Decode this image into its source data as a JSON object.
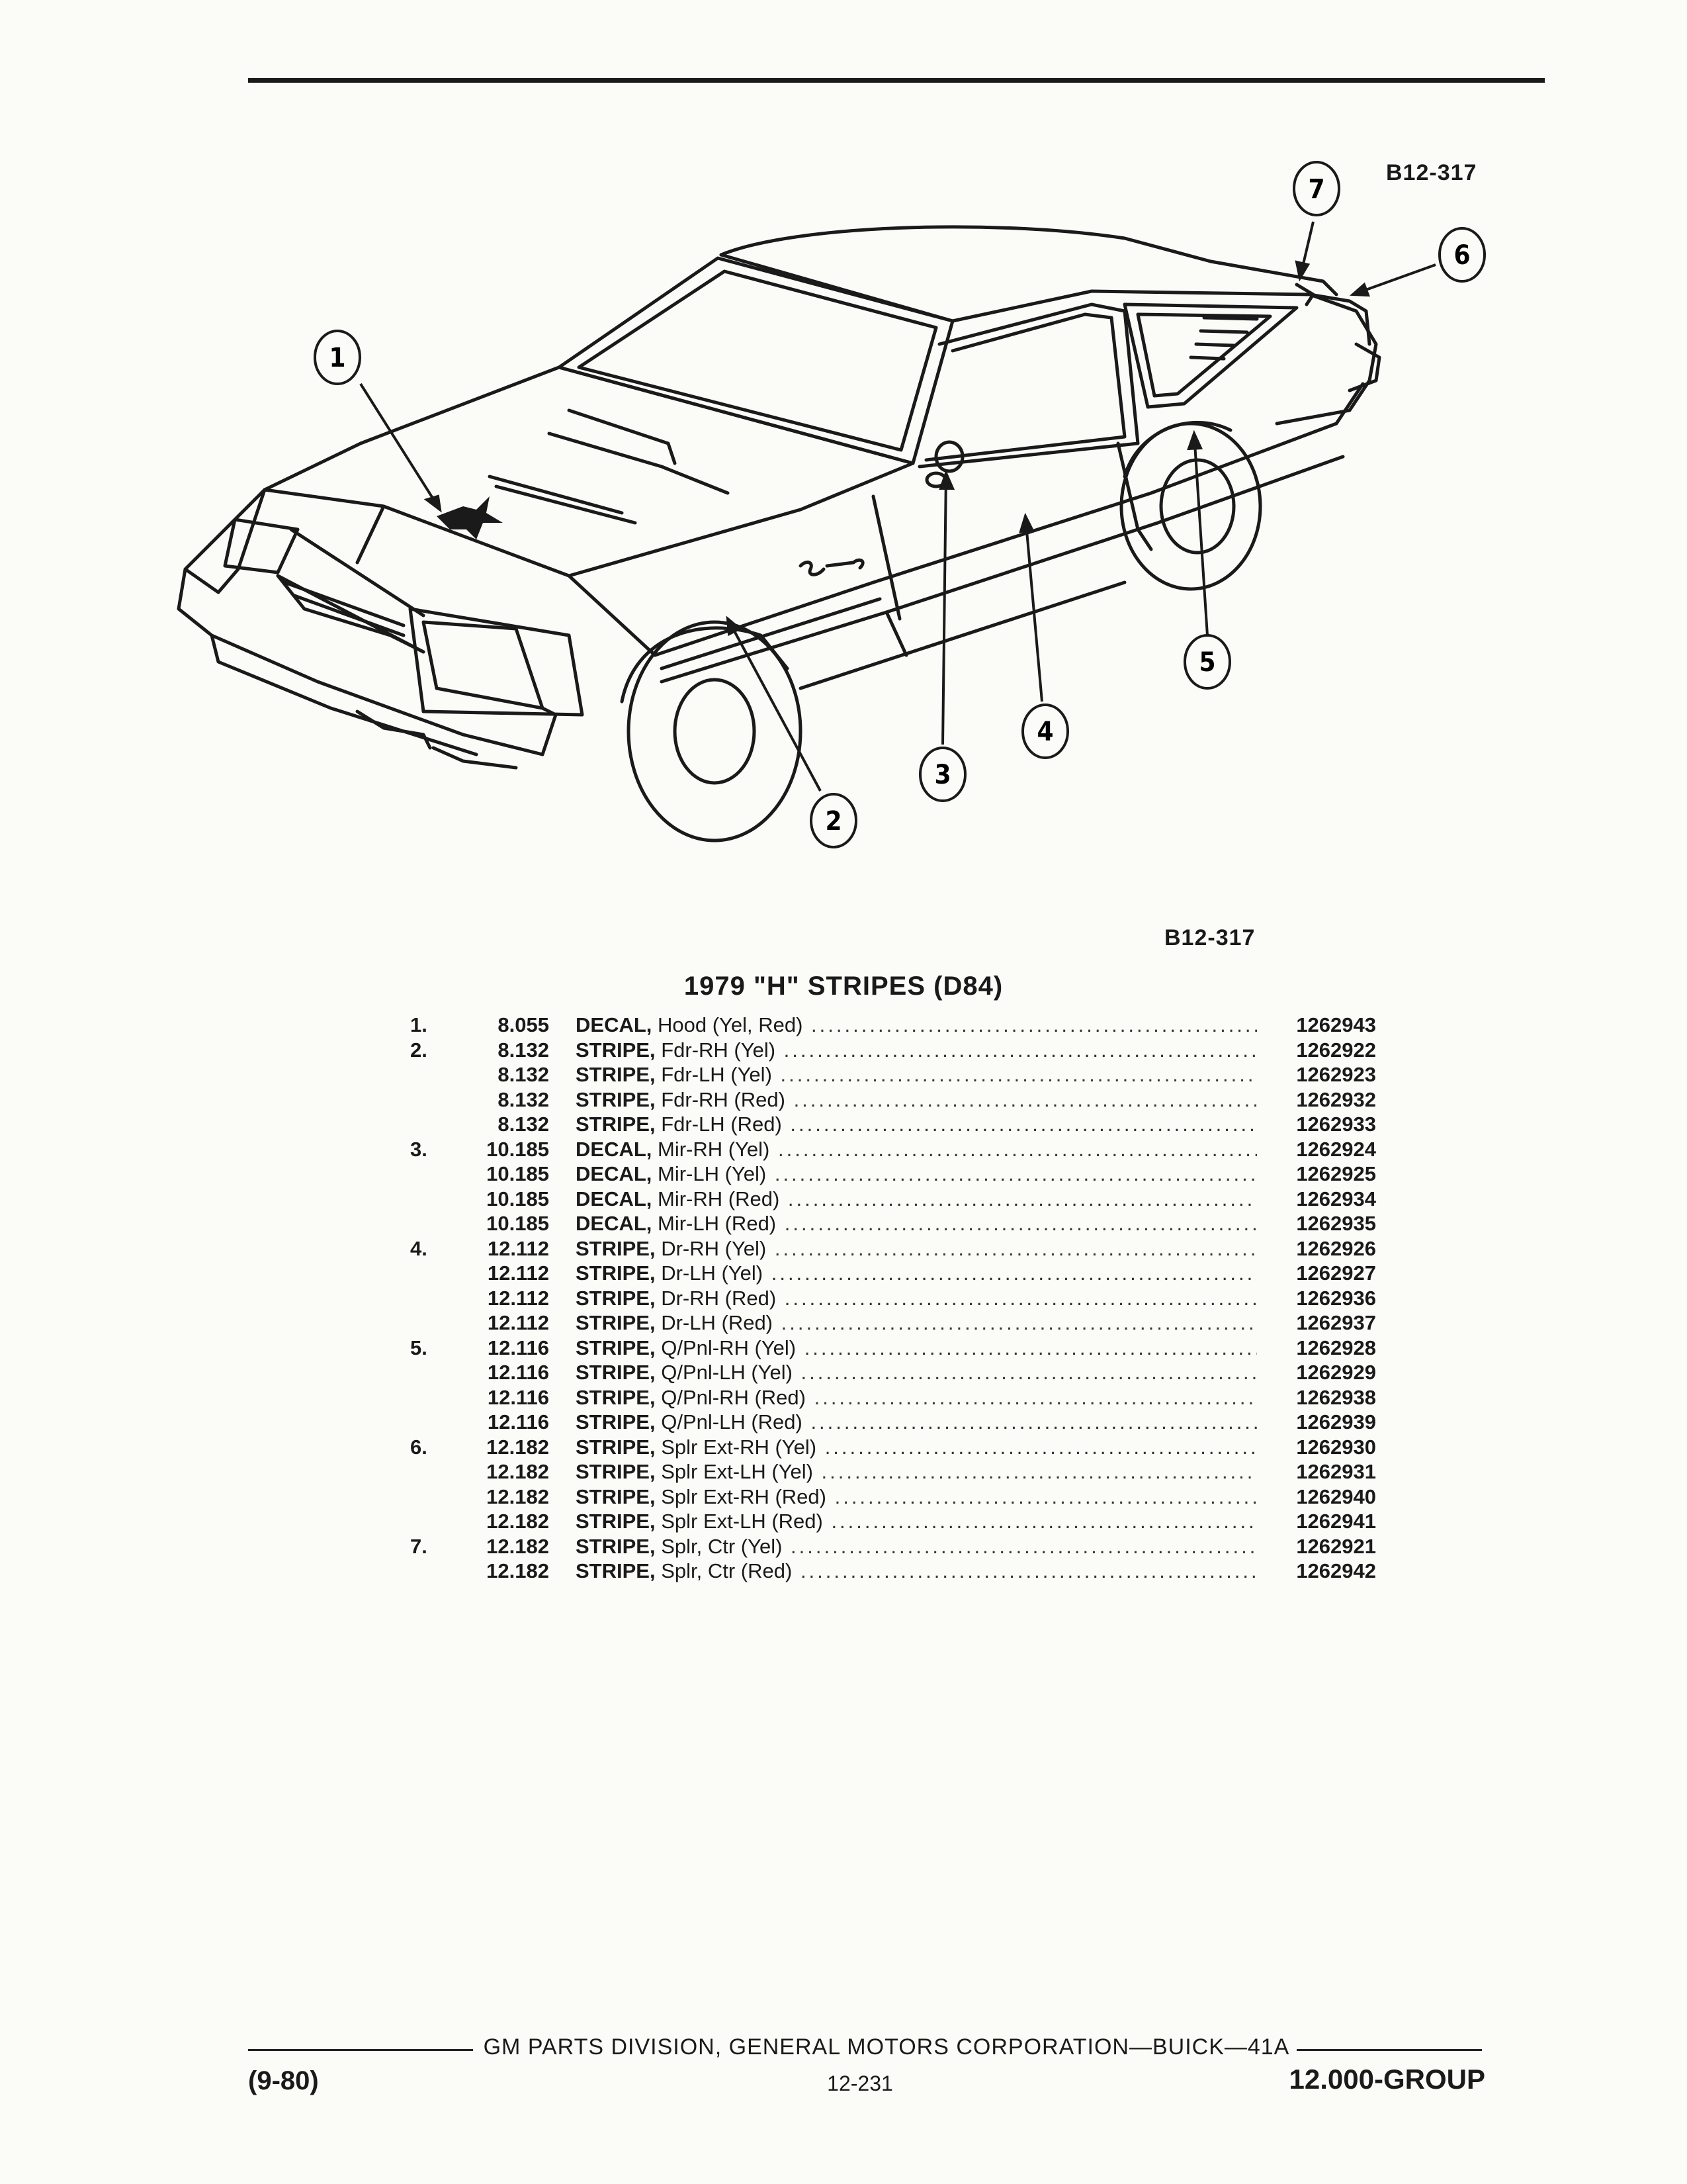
{
  "figure": {
    "ref_top": "B12-317",
    "ref_bottom": "B12-317",
    "callouts": [
      "1",
      "2",
      "3",
      "4",
      "5",
      "6",
      "7"
    ]
  },
  "section_title": "1979 \"H\" STRIPES (D84)",
  "parts": [
    {
      "no": "1.",
      "cat": "8.055",
      "kw": "DECAL,",
      "desc": "Hood (Yel, Red)",
      "pn": "1262943"
    },
    {
      "no": "2.",
      "cat": "8.132",
      "kw": "STRIPE,",
      "desc": "Fdr-RH (Yel)",
      "pn": "1262922"
    },
    {
      "no": "",
      "cat": "8.132",
      "kw": "STRIPE,",
      "desc": "Fdr-LH (Yel)",
      "pn": "1262923"
    },
    {
      "no": "",
      "cat": "8.132",
      "kw": "STRIPE,",
      "desc": "Fdr-RH (Red)",
      "pn": "1262932"
    },
    {
      "no": "",
      "cat": "8.132",
      "kw": "STRIPE,",
      "desc": "Fdr-LH (Red)",
      "pn": "1262933"
    },
    {
      "no": "3.",
      "cat": "10.185",
      "kw": "DECAL,",
      "desc": "Mir-RH (Yel)",
      "pn": "1262924"
    },
    {
      "no": "",
      "cat": "10.185",
      "kw": "DECAL,",
      "desc": "Mir-LH (Yel)",
      "pn": "1262925"
    },
    {
      "no": "",
      "cat": "10.185",
      "kw": "DECAL,",
      "desc": "Mir-RH (Red)",
      "pn": "1262934"
    },
    {
      "no": "",
      "cat": "10.185",
      "kw": "DECAL,",
      "desc": "Mir-LH (Red)",
      "pn": "1262935"
    },
    {
      "no": "4.",
      "cat": "12.112",
      "kw": "STRIPE,",
      "desc": "Dr-RH (Yel)",
      "pn": "1262926"
    },
    {
      "no": "",
      "cat": "12.112",
      "kw": "STRIPE,",
      "desc": "Dr-LH (Yel)",
      "pn": "1262927"
    },
    {
      "no": "",
      "cat": "12.112",
      "kw": "STRIPE,",
      "desc": "Dr-RH (Red)",
      "pn": "1262936"
    },
    {
      "no": "",
      "cat": "12.112",
      "kw": "STRIPE,",
      "desc": "Dr-LH (Red)",
      "pn": "1262937"
    },
    {
      "no": "5.",
      "cat": "12.116",
      "kw": "STRIPE,",
      "desc": "Q/Pnl-RH (Yel)",
      "pn": "1262928"
    },
    {
      "no": "",
      "cat": "12.116",
      "kw": "STRIPE,",
      "desc": "Q/Pnl-LH (Yel)",
      "pn": "1262929"
    },
    {
      "no": "",
      "cat": "12.116",
      "kw": "STRIPE,",
      "desc": "Q/Pnl-RH (Red)",
      "pn": "1262938"
    },
    {
      "no": "",
      "cat": "12.116",
      "kw": "STRIPE,",
      "desc": "Q/Pnl-LH (Red)",
      "pn": "1262939"
    },
    {
      "no": "6.",
      "cat": "12.182",
      "kw": "STRIPE,",
      "desc": "Splr Ext-RH (Yel)",
      "pn": "1262930"
    },
    {
      "no": "",
      "cat": "12.182",
      "kw": "STRIPE,",
      "desc": "Splr Ext-LH (Yel)",
      "pn": "1262931"
    },
    {
      "no": "",
      "cat": "12.182",
      "kw": "STRIPE,",
      "desc": "Splr Ext-RH (Red)",
      "pn": "1262940"
    },
    {
      "no": "",
      "cat": "12.182",
      "kw": "STRIPE,",
      "desc": "Splr Ext-LH (Red)",
      "pn": "1262941"
    },
    {
      "no": "7.",
      "cat": "12.182",
      "kw": "STRIPE,",
      "desc": "Splr, Ctr (Yel)",
      "pn": "1262921"
    },
    {
      "no": "",
      "cat": "12.182",
      "kw": "STRIPE,",
      "desc": "Splr, Ctr (Red)",
      "pn": "1262942"
    }
  ],
  "footer": {
    "publisher": "GM PARTS DIVISION, GENERAL MOTORS CORPORATION—BUICK—41A",
    "date": "(9-80)",
    "page": "12-231",
    "group": "12.000-GROUP"
  }
}
